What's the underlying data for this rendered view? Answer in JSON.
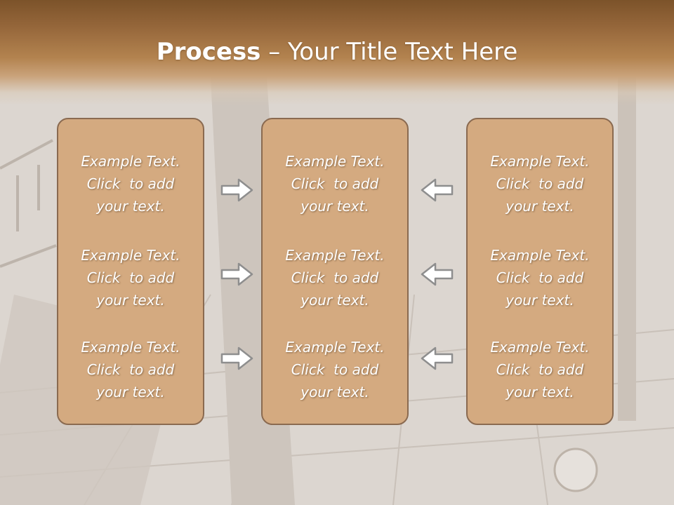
{
  "slide": {
    "title_bold": "Process",
    "title_rest": " – Your Title Text Here",
    "colors": {
      "header": "#9a6b3e",
      "panel_fill": "#d4aa80",
      "panel_border": "#8a6a50",
      "text": "#ffffff"
    },
    "columns": [
      {
        "items": [
          {
            "line1": "Example Text.",
            "line2": "Click  to add",
            "line3": "your text."
          },
          {
            "line1": "Example Text.",
            "line2": "Click  to add",
            "line3": "your text."
          },
          {
            "line1": "Example Text.",
            "line2": "Click  to add",
            "line3": "your text."
          }
        ]
      },
      {
        "items": [
          {
            "line1": "Example Text.",
            "line2": "Click  to add",
            "line3": "your text."
          },
          {
            "line1": "Example Text.",
            "line2": "Click  to add",
            "line3": "your text."
          },
          {
            "line1": "Example Text.",
            "line2": "Click  to add",
            "line3": "your text."
          }
        ]
      },
      {
        "items": [
          {
            "line1": "Example Text.",
            "line2": "Click  to add",
            "line3": "your text."
          },
          {
            "line1": "Example Text.",
            "line2": "Click  to add",
            "line3": "your text."
          },
          {
            "line1": "Example Text.",
            "line2": "Click  to add",
            "line3": "your text."
          }
        ]
      }
    ],
    "arrows": [
      "arrow-right-icon",
      "arrow-right-icon",
      "arrow-right-icon",
      "arrow-left-icon",
      "arrow-left-icon",
      "arrow-left-icon"
    ]
  }
}
